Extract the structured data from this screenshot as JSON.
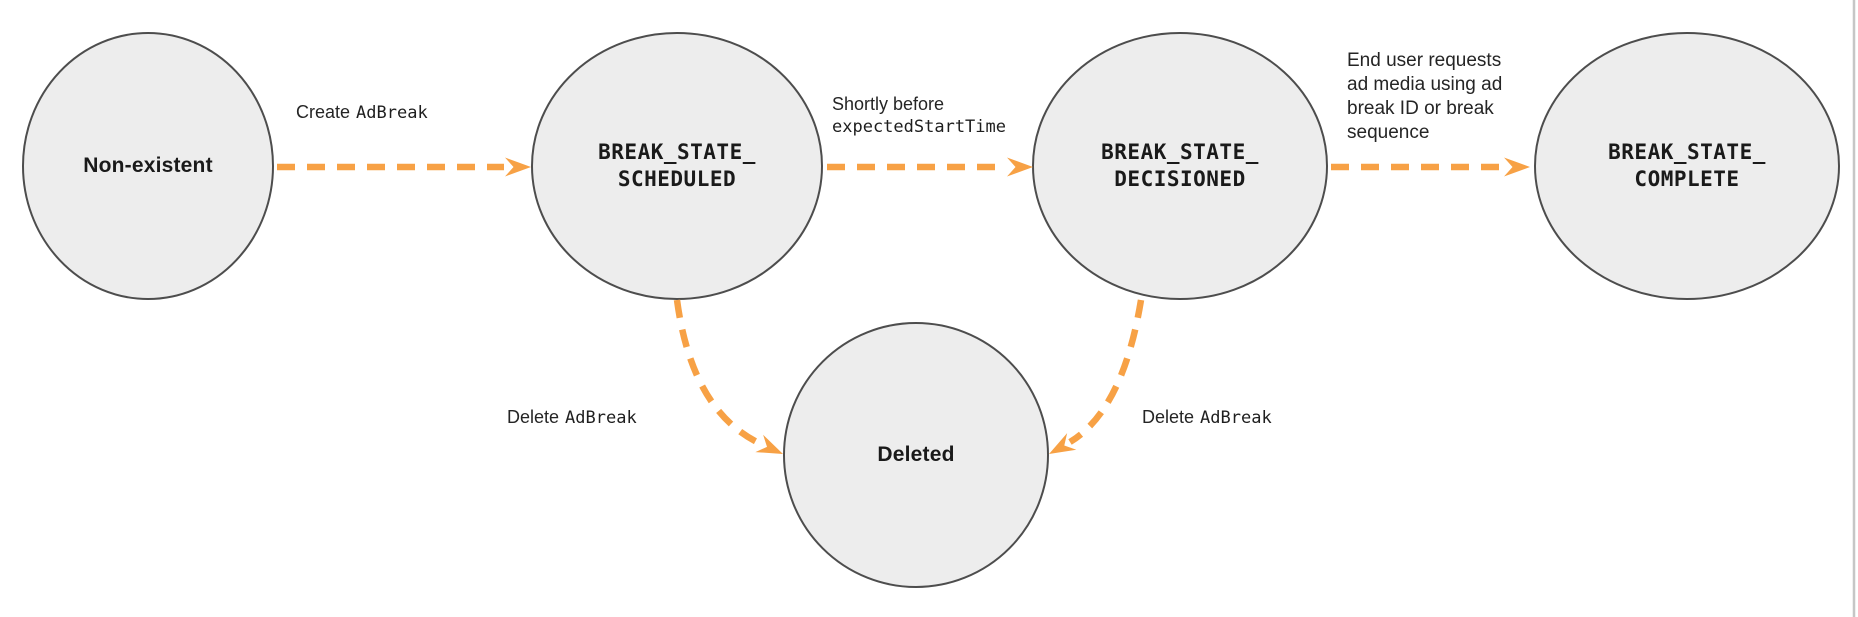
{
  "diagram": {
    "colors": {
      "arrow": "#F7A145",
      "node_fill": "#EDEDED",
      "node_border": "#4D4D4D",
      "frame_edge": "#C6C6C6"
    },
    "nodes": {
      "non_existent": {
        "label": "Non-existent"
      },
      "scheduled": {
        "label": "BREAK_STATE_\nSCHEDULED"
      },
      "decisioned": {
        "label": "BREAK_STATE_\nDECISIONED"
      },
      "complete": {
        "label": "BREAK_STATE_\nCOMPLETE"
      },
      "deleted": {
        "label": "Deleted"
      }
    },
    "edges": {
      "create": {
        "text": "Create",
        "code": "AdBreak"
      },
      "shortly_before": {
        "text": "Shortly before",
        "code": "expectedStartTime"
      },
      "end_user": {
        "text": "End user requests\nad media using ad\nbreak ID or break\nsequence"
      },
      "delete_from_scheduled": {
        "text": "Delete",
        "code": "AdBreak"
      },
      "delete_from_decisioned": {
        "text": "Delete",
        "code": "AdBreak"
      }
    }
  }
}
